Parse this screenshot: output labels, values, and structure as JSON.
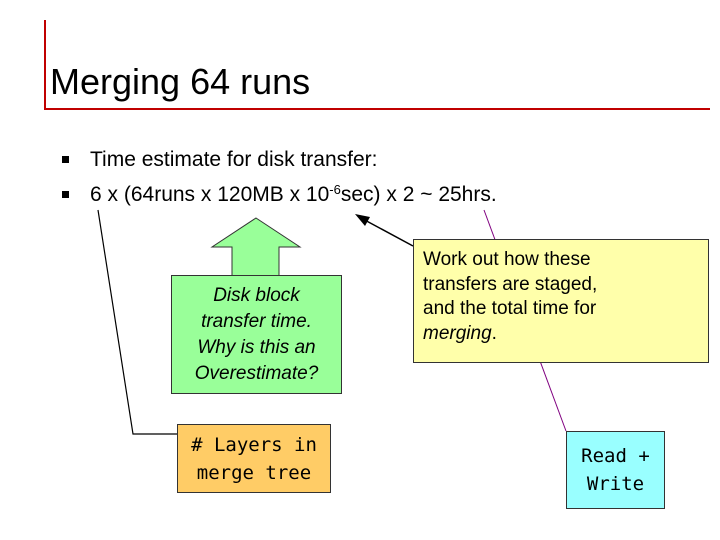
{
  "slide": {
    "title": "Merging 64 runs",
    "bullets": [
      {
        "text": "Time estimate for disk transfer:"
      },
      {
        "pre": "6 x (64runs x 120MB x 10",
        "sup": "-6",
        "post": "sec) x 2 ~ 25hrs."
      }
    ],
    "callouts": {
      "disk_block": [
        "Disk block",
        "transfer time.",
        "Why is this an",
        "Overestimate?"
      ],
      "layers": [
        "# Layers in",
        "merge tree"
      ],
      "work_out": [
        "Work out how these",
        "transfers are staged,",
        "and the total time for"
      ],
      "work_out_last": "merging",
      "work_out_period": ".",
      "read_write": [
        "Read +",
        "Write"
      ]
    }
  },
  "colors": {
    "title_rule": "#c00000",
    "disk_box": "#99ff99",
    "layers_box": "#ffcc66",
    "work_box": "#ffffaa",
    "read_write_box": "#99ffff",
    "connector_line": "#800080"
  }
}
